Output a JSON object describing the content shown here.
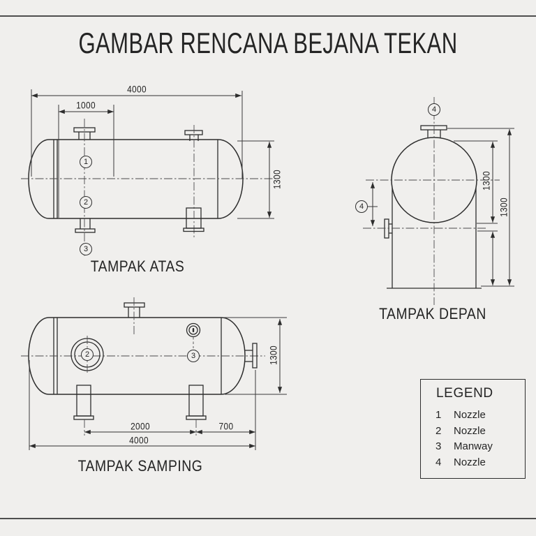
{
  "title": "GAMBAR RENCANA BEJANA TEKAN",
  "views": {
    "top": {
      "label": "TAMPAK ATAS",
      "dims": {
        "length": "4000",
        "nozzle_offset": "1000",
        "width": "1300"
      },
      "balloons": [
        "1",
        "2",
        "3"
      ]
    },
    "front": {
      "label": "TAMPAK DEPAN",
      "dims": {
        "diameter": "1300",
        "overall_height": "1300"
      },
      "balloons": [
        "4",
        "4"
      ]
    },
    "side": {
      "label": "TAMPAK SAMPING",
      "dims": {
        "saddle_spacing": "2000",
        "saddle_to_nozzle": "700",
        "length": "4000",
        "diameter": "1300"
      },
      "balloons": [
        "2",
        "3"
      ]
    }
  },
  "legend": {
    "title": "LEGEND",
    "items": [
      {
        "no": "1",
        "label": "Nozzle"
      },
      {
        "no": "2",
        "label": "Nozzle"
      },
      {
        "no": "3",
        "label": "Manway"
      },
      {
        "no": "4",
        "label": "Nozzle"
      }
    ]
  },
  "colors": {
    "paper": "#f0efed",
    "line": "#2d2d2d",
    "border_rule": "#4e4e4e"
  }
}
